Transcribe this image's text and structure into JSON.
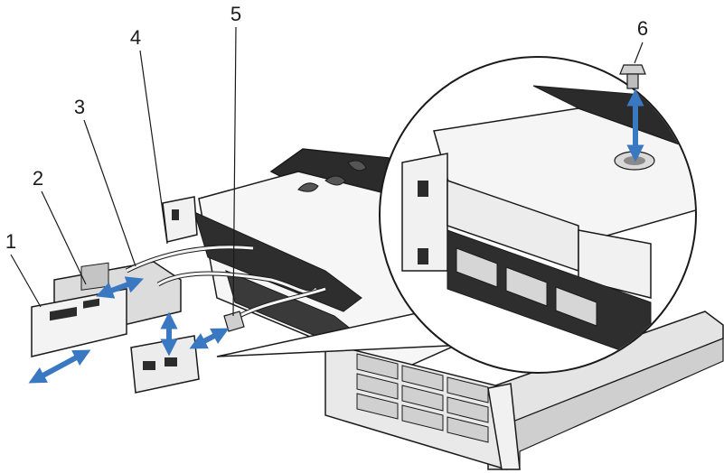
{
  "callouts": [
    {
      "id": "1",
      "label": "1"
    },
    {
      "id": "2",
      "label": "2"
    },
    {
      "id": "3",
      "label": "3"
    },
    {
      "id": "4",
      "label": "4"
    },
    {
      "id": "5",
      "label": "5"
    },
    {
      "id": "6",
      "label": "6"
    }
  ],
  "colors": {
    "outline": "#1a1a1a",
    "panel_light": "#f2f2f2",
    "panel_mid": "#d6d6d6",
    "panel_dark": "#2b2b2b",
    "arrow_blue": "#3a78c2"
  }
}
